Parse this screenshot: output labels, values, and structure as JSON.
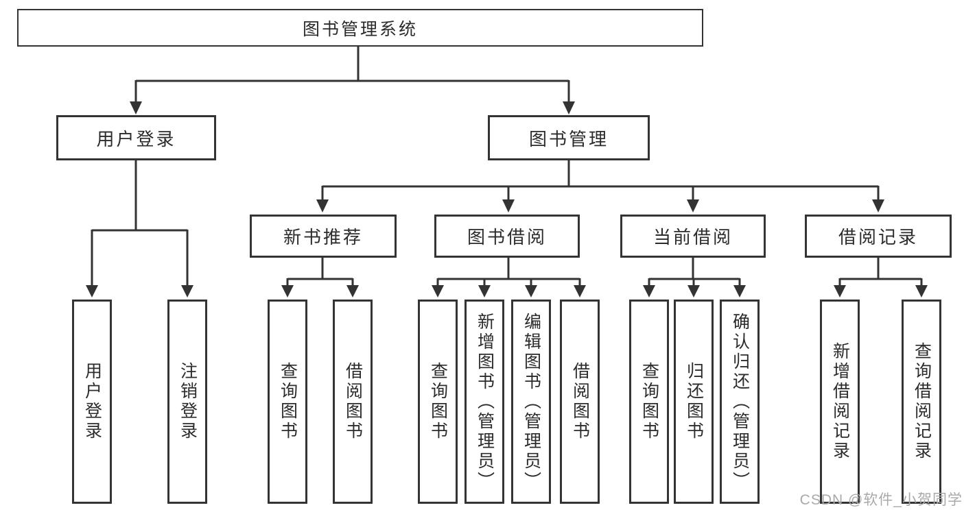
{
  "colors": {
    "line": "#333333",
    "text": "#2b2b2b",
    "watermark": "#a9a9a9",
    "background": "#ffffff"
  },
  "tree": {
    "root": {
      "label": "图书管理系统"
    },
    "level2": [
      {
        "label": "用户登录",
        "children": [
          "用户登录",
          "注销登录"
        ]
      },
      {
        "label": "图书管理"
      }
    ],
    "level3": [
      {
        "label": "新书推荐",
        "children": [
          "查询图书",
          "借阅图书"
        ]
      },
      {
        "label": "图书借阅",
        "children": [
          "查询图书",
          "新增图书（管理员）",
          "编辑图书（管理员）",
          "借阅图书"
        ]
      },
      {
        "label": "当前借阅",
        "children": [
          "查询图书",
          "归还图书",
          "确认归还（管理员）"
        ]
      },
      {
        "label": "借阅记录",
        "children": [
          "新增借阅记录",
          "查询借阅记录"
        ]
      }
    ]
  },
  "watermark": {
    "text": "CSDN @软件_小贺同学"
  }
}
